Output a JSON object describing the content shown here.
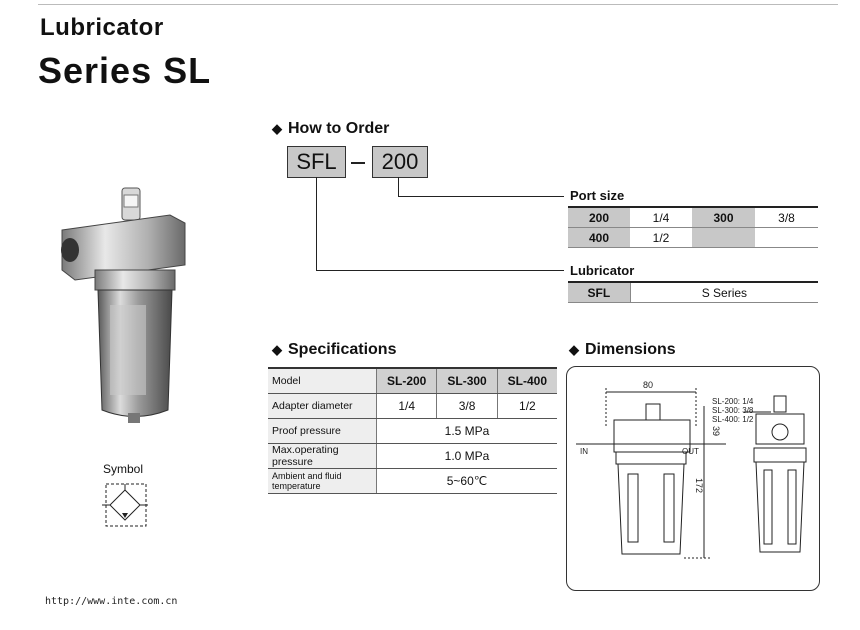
{
  "header": {
    "subtitle": "Lubricator",
    "title": "Series SL"
  },
  "symbol_label": "Symbol",
  "how_to_order": {
    "heading": "How to Order",
    "code_parts": [
      "SFL",
      "200"
    ],
    "port_size": {
      "label": "Port size",
      "rows": [
        [
          "200",
          "1/4",
          "300",
          "3/8"
        ],
        [
          "400",
          "1/2",
          "",
          ""
        ]
      ]
    },
    "lubricator": {
      "label": "Lubricator",
      "code": "SFL",
      "desc": "S Series"
    }
  },
  "specifications": {
    "heading": "Specifications",
    "columns": [
      "Model",
      "SL-200",
      "SL-300",
      "SL-400"
    ],
    "rows": [
      {
        "label": "Adapter diameter",
        "values": [
          "1/4",
          "3/8",
          "1/2"
        ]
      },
      {
        "label": "Proof pressure",
        "value": "1.5 MPa"
      },
      {
        "label": "Max.operating pressure",
        "value": "1.0 MPa"
      },
      {
        "label": "Ambient and fluid temperature",
        "value": "5~60℃"
      }
    ]
  },
  "dimensions": {
    "heading": "Dimensions",
    "width": "80",
    "height_top": "39",
    "height_total": "172",
    "in_label": "IN",
    "out_label": "OUT",
    "notes": [
      "SL-200: 1/4",
      "SL-300: 3/8",
      "SL-400: 1/2"
    ]
  },
  "footer_url": "http://www.inte.com.cn"
}
